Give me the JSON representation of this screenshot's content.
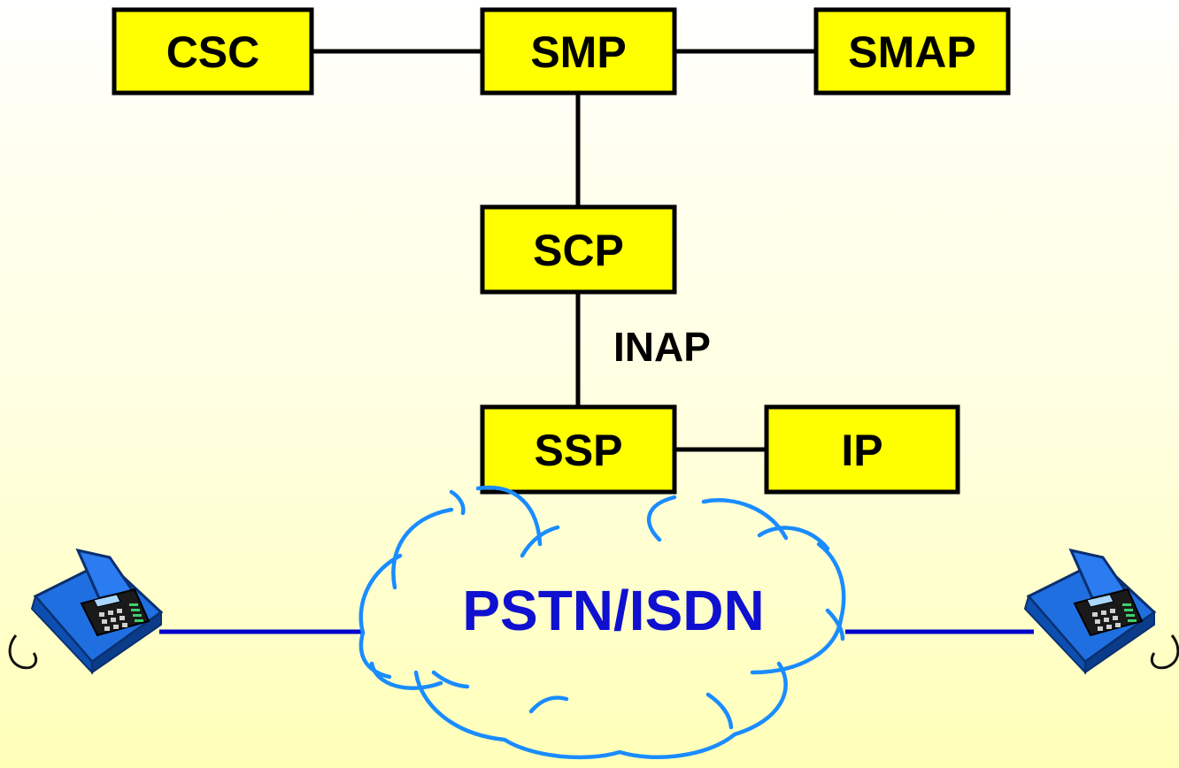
{
  "nodes": {
    "csc": "CSC",
    "smp": "SMP",
    "smap": "SMAP",
    "scp": "SCP",
    "ssp": "SSP",
    "ip": "IP"
  },
  "edges": {
    "scp_ssp_label": "INAP"
  },
  "network": {
    "label": "PSTN/ISDN"
  },
  "terminals": {
    "left": "telephone-icon",
    "right": "telephone-icon"
  },
  "colors": {
    "node_fill": "#ffff00",
    "network_text": "#1010d0",
    "cloud_outline": "#1a8cff",
    "phone_line": "#0000cc"
  }
}
